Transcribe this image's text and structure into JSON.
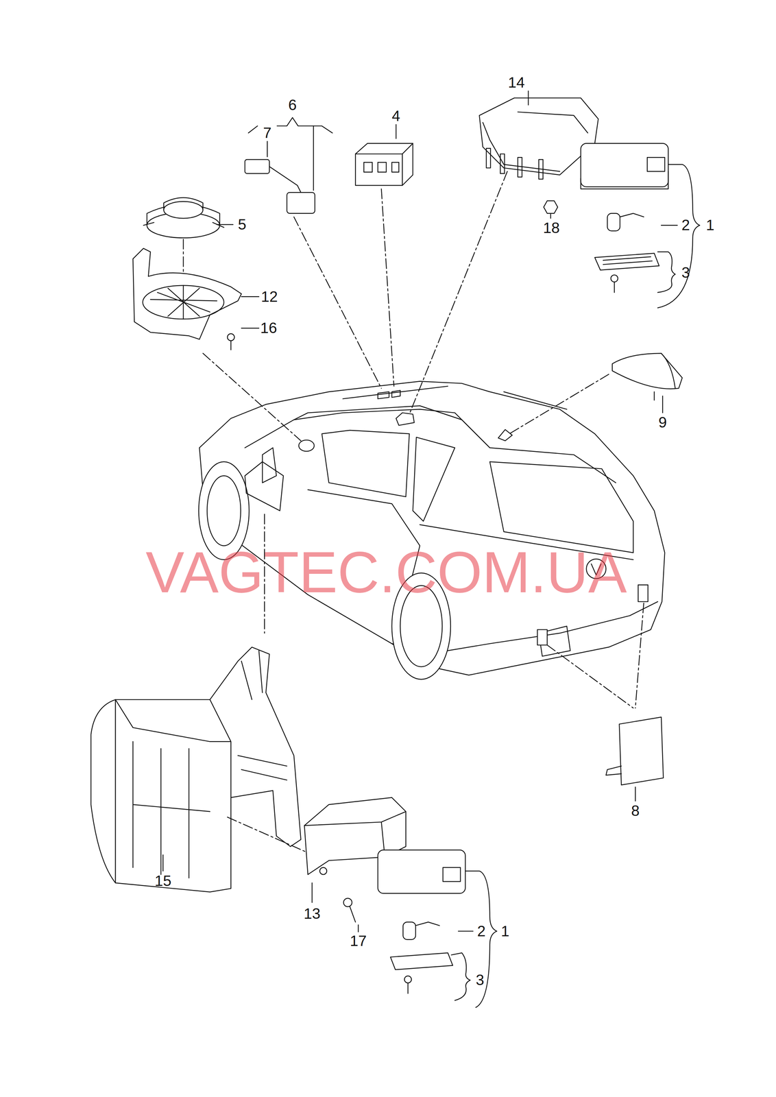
{
  "diagram": {
    "labels": [
      "14",
      "6",
      "7",
      "4",
      "5",
      "18",
      "2",
      "1",
      "12",
      "3",
      "16",
      "9",
      "VAGTEC.COM.UA",
      "8",
      "15",
      "13",
      "2",
      "1",
      "17",
      "3"
    ]
  }
}
